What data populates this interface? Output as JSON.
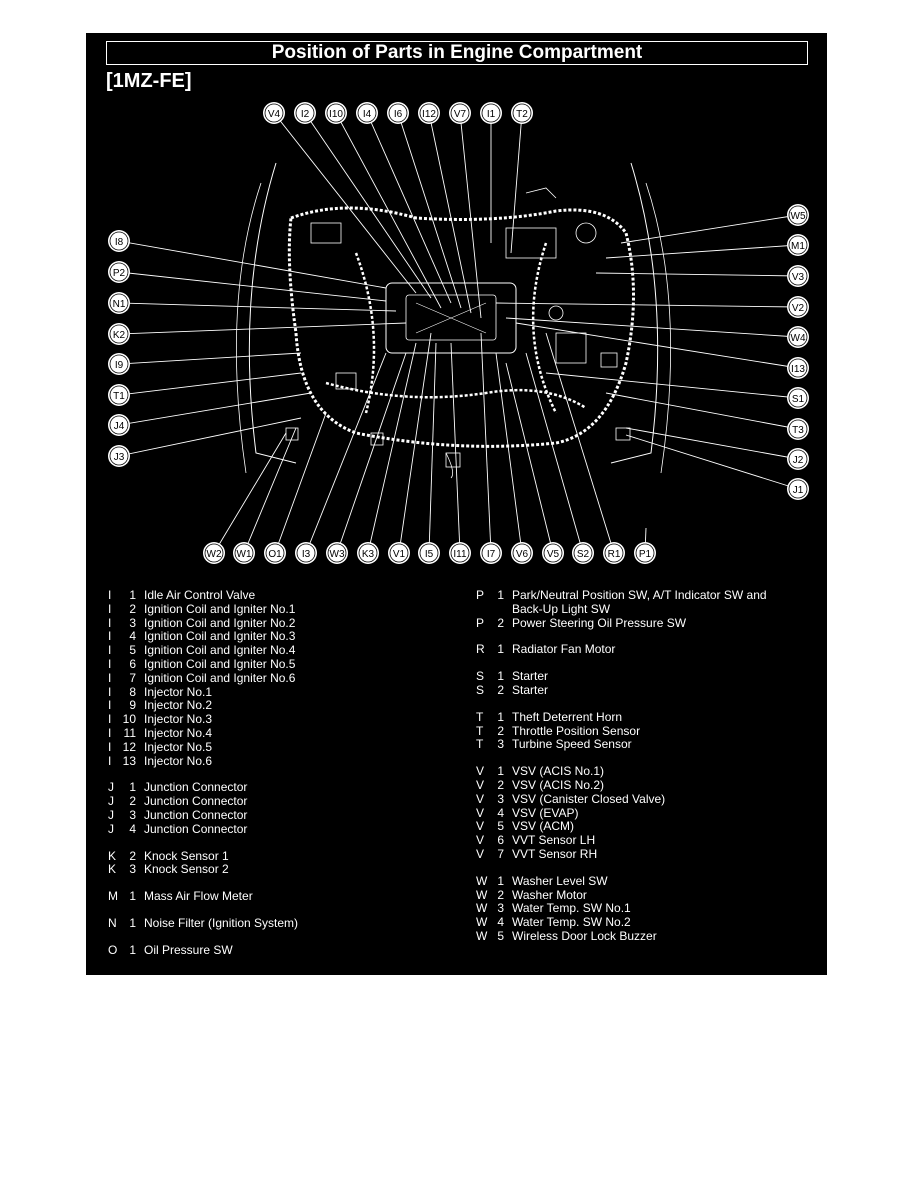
{
  "title": "Position of Parts in Engine Compartment",
  "model": "[1MZ-FE]",
  "colors": {
    "background": "#000000",
    "foreground": "#ffffff"
  },
  "top_labels": [
    "V4",
    "I2",
    "I10",
    "I4",
    "I6",
    "I12",
    "V7",
    "I1",
    "T2"
  ],
  "left_labels": [
    "I8",
    "P2",
    "N1",
    "K2",
    "I9",
    "T1",
    "J4",
    "J3"
  ],
  "right_labels": [
    "W5",
    "M1",
    "V3",
    "V2",
    "W4",
    "I13",
    "S1",
    "T3",
    "J2",
    "J1"
  ],
  "bottom_labels": [
    "W2",
    "W1",
    "O1",
    "I3",
    "W3",
    "K3",
    "V1",
    "I5",
    "I11",
    "I7",
    "V6",
    "V5",
    "S2",
    "R1",
    "P1"
  ],
  "legend_left": [
    {
      "letter": "I",
      "num": "1",
      "desc": "Idle Air Control Valve"
    },
    {
      "letter": "I",
      "num": "2",
      "desc": "Ignition Coil and Igniter No.1"
    },
    {
      "letter": "I",
      "num": "3",
      "desc": "Ignition Coil and Igniter No.2"
    },
    {
      "letter": "I",
      "num": "4",
      "desc": "Ignition Coil and Igniter No.3"
    },
    {
      "letter": "I",
      "num": "5",
      "desc": "Ignition Coil and Igniter No.4"
    },
    {
      "letter": "I",
      "num": "6",
      "desc": "Ignition Coil and Igniter No.5"
    },
    {
      "letter": "I",
      "num": "7",
      "desc": "Ignition Coil and Igniter No.6"
    },
    {
      "letter": "I",
      "num": "8",
      "desc": "Injector No.1"
    },
    {
      "letter": "I",
      "num": "9",
      "desc": "Injector No.2"
    },
    {
      "letter": "I",
      "num": "10",
      "desc": "Injector No.3"
    },
    {
      "letter": "I",
      "num": "11",
      "desc": "Injector No.4"
    },
    {
      "letter": "I",
      "num": "12",
      "desc": "Injector No.5"
    },
    {
      "letter": "I",
      "num": "13",
      "desc": "Injector No.6"
    },
    {
      "letter": "J",
      "num": "1",
      "desc": "Junction Connector"
    },
    {
      "letter": "J",
      "num": "2",
      "desc": "Junction Connector"
    },
    {
      "letter": "J",
      "num": "3",
      "desc": "Junction Connector"
    },
    {
      "letter": "J",
      "num": "4",
      "desc": "Junction Connector"
    },
    {
      "letter": "K",
      "num": "2",
      "desc": "Knock Sensor 1"
    },
    {
      "letter": "K",
      "num": "3",
      "desc": "Knock Sensor 2"
    },
    {
      "letter": "M",
      "num": "1",
      "desc": "Mass Air Flow Meter"
    },
    {
      "letter": "N",
      "num": "1",
      "desc": "Noise Filter (Ignition System)"
    },
    {
      "letter": "O",
      "num": "1",
      "desc": "Oil Pressure SW"
    }
  ],
  "legend_right": [
    {
      "letter": "P",
      "num": "1",
      "desc": "Park/Neutral Position SW, A/T Indicator SW and"
    },
    {
      "letter": "",
      "num": "",
      "desc": "Back-Up Light SW"
    },
    {
      "letter": "P",
      "num": "2",
      "desc": "Power Steering Oil Pressure SW"
    },
    {
      "letter": "R",
      "num": "1",
      "desc": "Radiator Fan Motor"
    },
    {
      "letter": "S",
      "num": "1",
      "desc": "Starter"
    },
    {
      "letter": "S",
      "num": "2",
      "desc": "Starter"
    },
    {
      "letter": "T",
      "num": "1",
      "desc": "Theft Deterrent Horn"
    },
    {
      "letter": "T",
      "num": "2",
      "desc": "Throttle Position Sensor"
    },
    {
      "letter": "T",
      "num": "3",
      "desc": "Turbine Speed Sensor"
    },
    {
      "letter": "V",
      "num": "1",
      "desc": "VSV (ACIS No.1)"
    },
    {
      "letter": "V",
      "num": "2",
      "desc": "VSV (ACIS No.2)"
    },
    {
      "letter": "V",
      "num": "3",
      "desc": "VSV (Canister Closed Valve)"
    },
    {
      "letter": "V",
      "num": "4",
      "desc": "VSV (EVAP)"
    },
    {
      "letter": "V",
      "num": "5",
      "desc": "VSV (ACM)"
    },
    {
      "letter": "V",
      "num": "6",
      "desc": "VVT Sensor LH"
    },
    {
      "letter": "V",
      "num": "7",
      "desc": "VVT Sensor RH"
    },
    {
      "letter": "W",
      "num": "1",
      "desc": "Washer Level SW"
    },
    {
      "letter": "W",
      "num": "2",
      "desc": "Washer Motor"
    },
    {
      "letter": "W",
      "num": "3",
      "desc": "Water Temp. SW No.1"
    },
    {
      "letter": "W",
      "num": "4",
      "desc": "Water Temp. SW No.2"
    },
    {
      "letter": "W",
      "num": "5",
      "desc": "Wireless Door Lock Buzzer"
    }
  ]
}
